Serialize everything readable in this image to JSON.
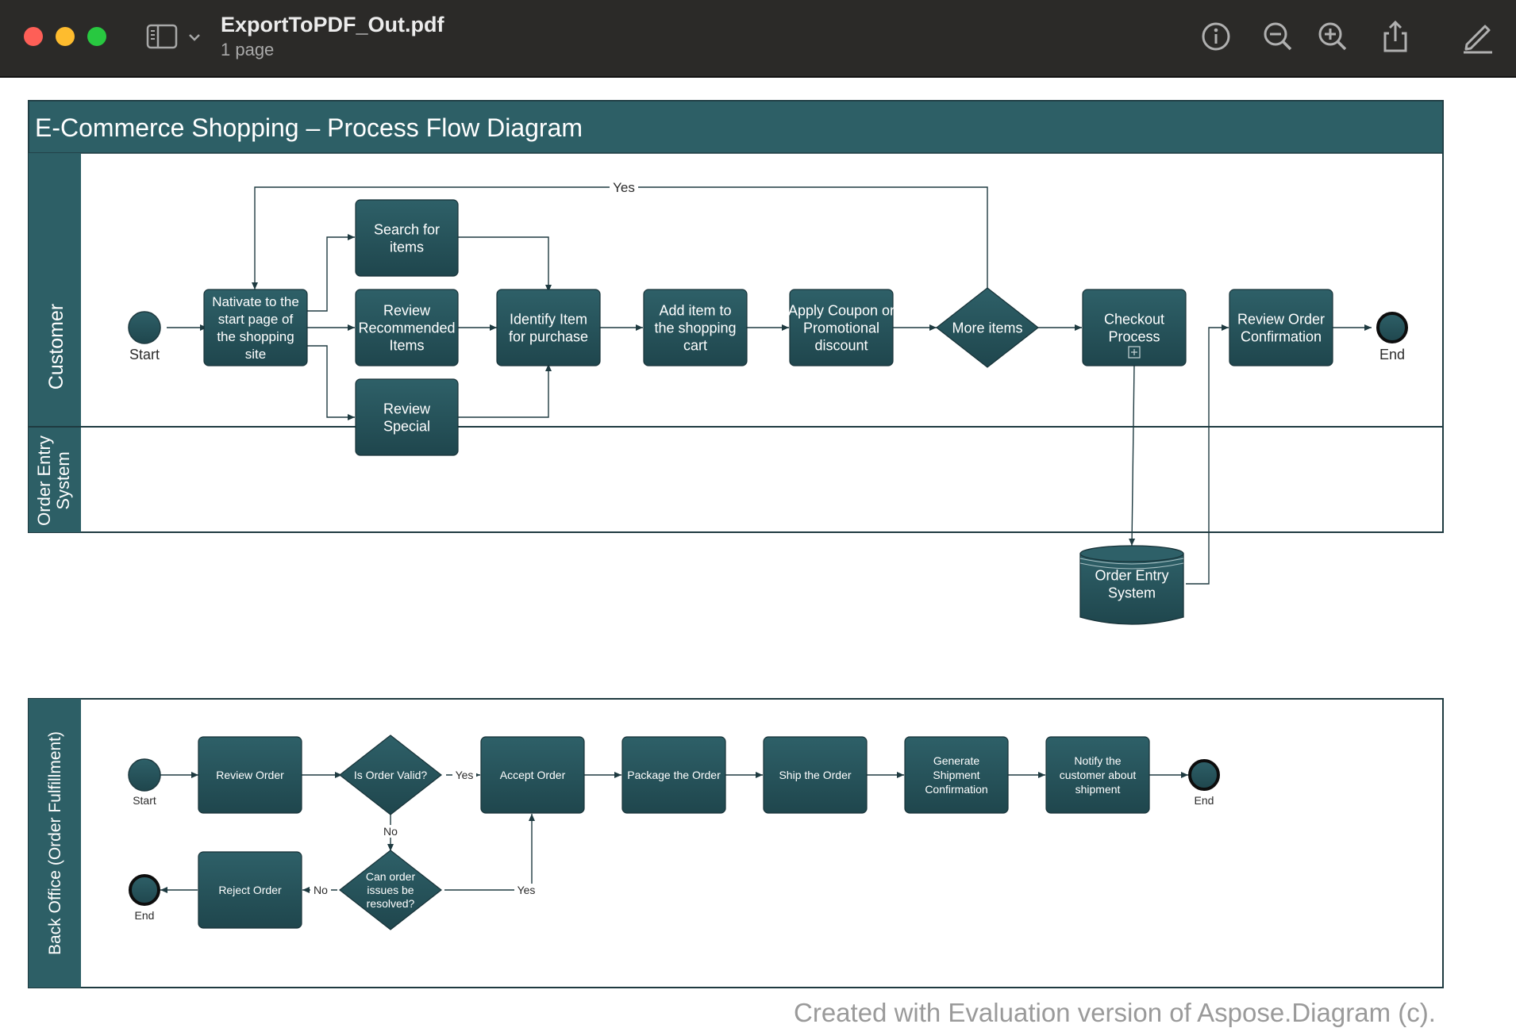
{
  "window": {
    "title": "ExportToPDF_Out.pdf",
    "subtitle": "1 page"
  },
  "colors": {
    "titlebar": "#2b2a28",
    "close": "#fe5f57",
    "minimize": "#febc2e",
    "zoom": "#28c840",
    "node_fill": "#2e6068",
    "node_fill_dark": "#1f464d",
    "title_fill": "#2d5f66",
    "line": "#1e3a40",
    "white": "#ffffff"
  },
  "toolbar": {
    "sidebar_icon": "sidebar-icon",
    "chevron_icon": "chevron-down-icon",
    "info_icon": "info-icon",
    "zoom_out_icon": "zoom-out-icon",
    "zoom_in_icon": "zoom-in-icon",
    "share_icon": "share-icon",
    "markup_icon": "markup-pen-icon"
  },
  "diagram": {
    "title": "E-Commerce Shopping – Process Flow Diagram",
    "lanes": {
      "customer": "Customer",
      "order_entry": "Order Entry System",
      "back_office": "Back Office (Order Fulfillment)"
    },
    "customer": {
      "start": "Start",
      "end": "End",
      "yes": "Yes",
      "navigate": "Nativate to the start page of the shopping site",
      "search": "Search for items",
      "recommended": "Review Recommended Items",
      "special": "Review Special",
      "identify": "Identify Item for purchase",
      "add_cart": "Add item to the shopping cart",
      "coupon": "Apply Coupon or Promotional discount",
      "more_items": "More items",
      "checkout": "Checkout Process",
      "review_confirm": "Review Order Confirmation",
      "order_entry_db": "Order Entry System"
    },
    "back_office": {
      "start": "Start",
      "end": "End",
      "end2": "End",
      "review_order": "Review Order",
      "is_valid": "Is Order Valid?",
      "yes": "Yes",
      "no": "No",
      "yes2": "Yes",
      "no2": "No",
      "accept": "Accept Order",
      "package": "Package the Order",
      "ship": "Ship the Order",
      "generate": "Generate Shipment Confirmation",
      "notify": "Notify the customer about shipment",
      "can_resolve": "Can order issues be resolved?",
      "reject": "Reject Order"
    },
    "watermark": "Created with Evaluation version of Aspose.Diagram (c)."
  }
}
